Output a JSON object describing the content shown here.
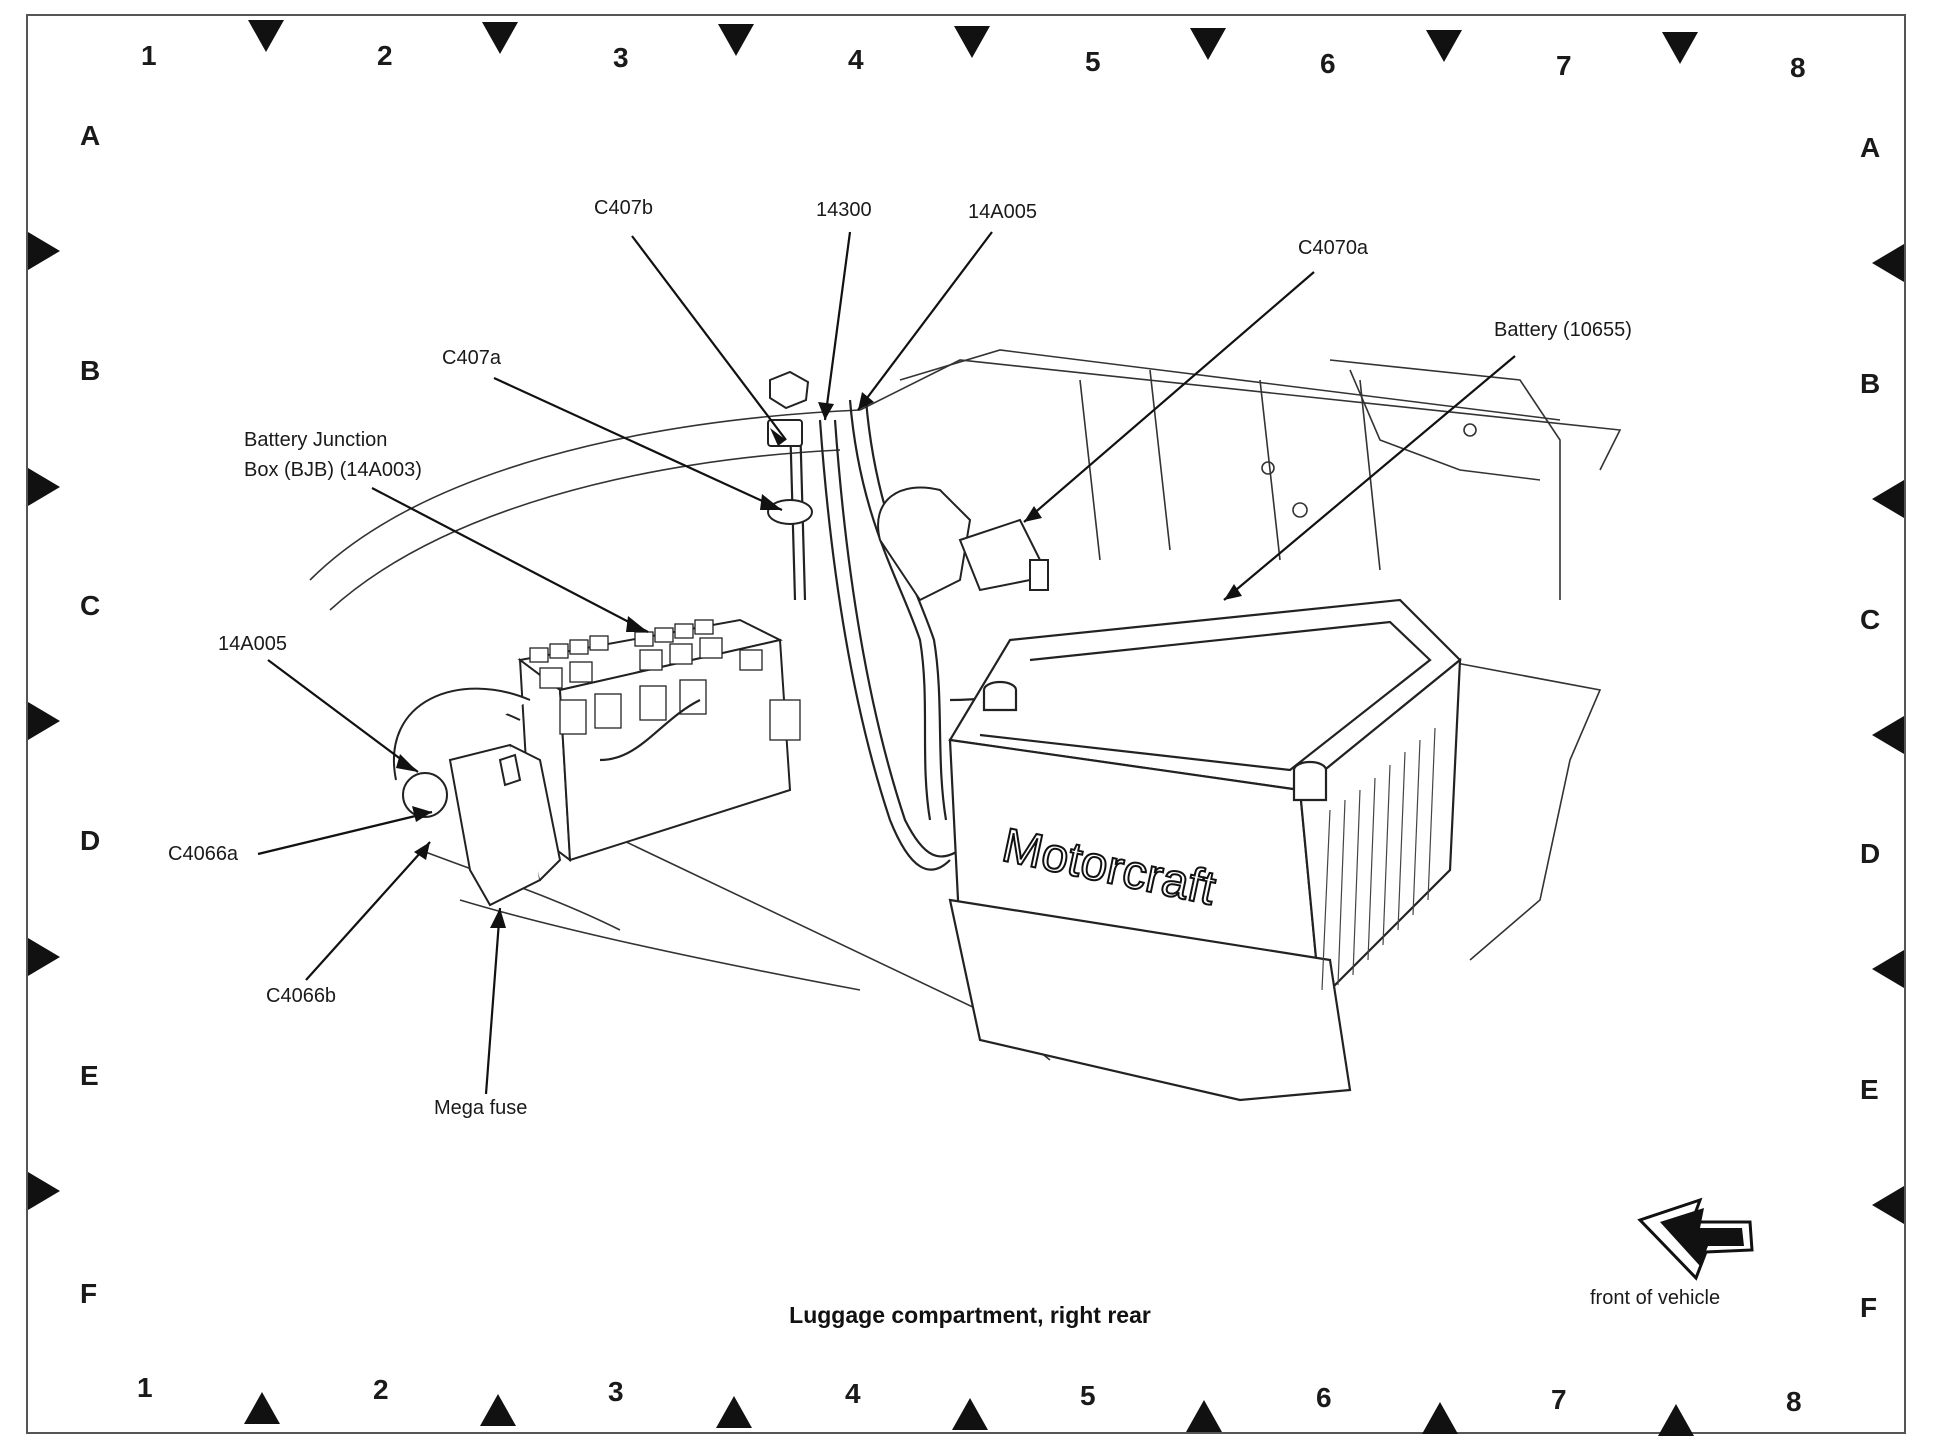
{
  "grid": {
    "columns": [
      "1",
      "2",
      "3",
      "4",
      "5",
      "6",
      "7",
      "8"
    ],
    "rows": [
      "A",
      "B",
      "C",
      "D",
      "E",
      "F"
    ]
  },
  "callouts": {
    "c407b": "C407b",
    "c14300": "14300",
    "c14a005_top": "14A005",
    "c4070a": "C4070a",
    "battery": "Battery (10655)",
    "c407a": "C407a",
    "bjb_line1": "Battery Junction",
    "bjb_line2": "Box (BJB) (14A003)",
    "c14a005_left": "14A005",
    "c4066a": "C4066a",
    "c4066b": "C4066b",
    "mega_fuse": "Mega fuse"
  },
  "battery_brand": "Motorcraft",
  "caption": "Luggage compartment, right rear",
  "direction_label": "front of vehicle"
}
